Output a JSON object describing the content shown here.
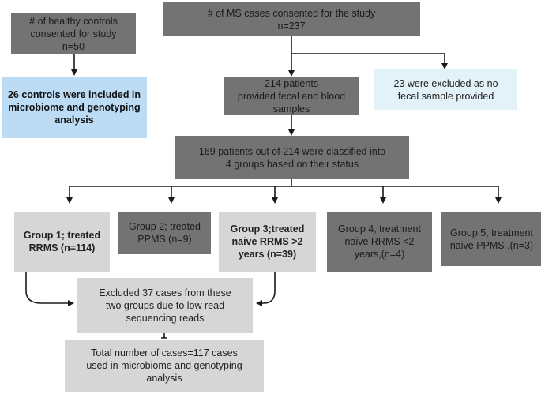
{
  "flow": {
    "healthy_controls": "# of healthy controls\nconsented for study\nn=50",
    "ms_cases": "# of MS cases consented for the study\nn=237",
    "controls_included": "26 controls were included in\nmicrobiome and genotyping\nanalysis",
    "fecal_blood": "214 patients\nprovided fecal and blood\nsamples",
    "excluded_fecal": "23 were excluded as no\nfecal sample provided",
    "classified": "169 patients out of 214 were classified into\n4 groups based on their status",
    "group1": "Group 1; treated\nRRMS (n=114)",
    "group2": "Group 2; treated\nPPMS (n=9)",
    "group3": "Group 3;treated\nnaive RRMS >2\nyears (n=39)",
    "group4": "Group 4, treatment\nnaive RRMS <2\nyears,(n=4)",
    "group5": "Group 5, treatment\nnaive PPMS ,(n=3)",
    "excluded_reads": "Excluded 37 cases from these\ntwo groups due to low read\nsequencing reads",
    "total_cases": "Total number of cases=117 cases\nused in microbiome and genotyping\nanalysis"
  }
}
